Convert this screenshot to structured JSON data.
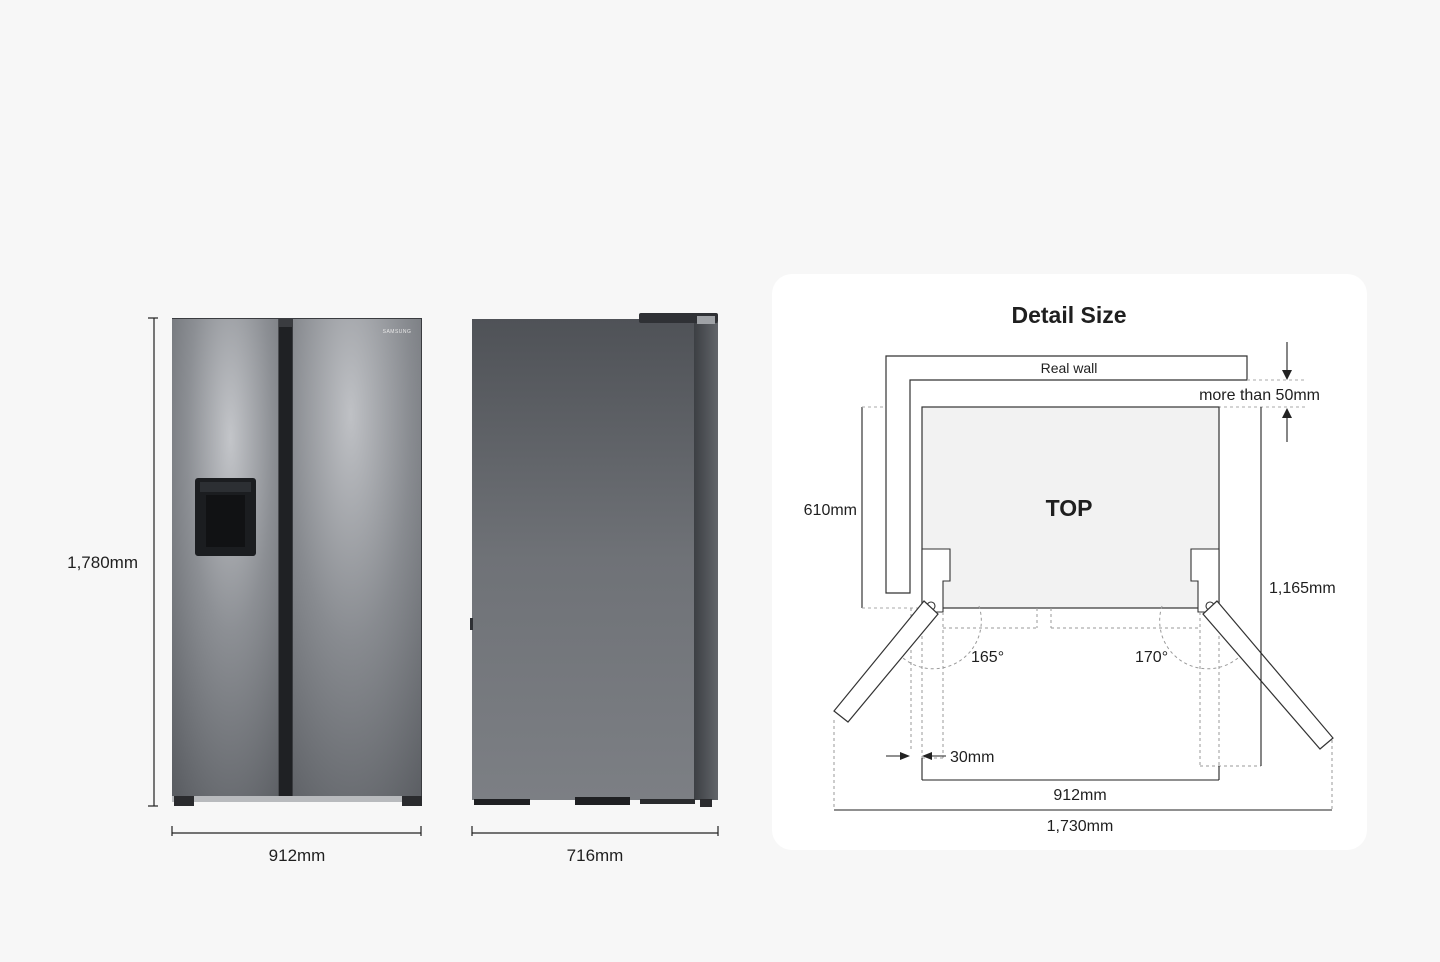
{
  "product": {
    "brand_label": "SAMSUNG"
  },
  "front_view": {
    "height_label": "1,780mm",
    "width_label": "912mm"
  },
  "side_view": {
    "depth_label": "716mm"
  },
  "detail": {
    "title": "Detail Size",
    "wall_label": "Real wall",
    "clearance_label": "more than 50mm",
    "top_label": "TOP",
    "depth_label": "610mm",
    "open_depth_label": "1,165mm",
    "left_angle_label": "165°",
    "right_angle_label": "170°",
    "gap_label": "30mm",
    "body_width_label": "912mm",
    "open_width_label": "1,730mm"
  },
  "colors": {
    "background": "#f7f7f7",
    "card": "#ffffff",
    "steel_dark": "#55585e",
    "steel_light": "#b6b8bc",
    "line": "#222222",
    "dashed": "#9a9a9a",
    "top_fill": "#f2f2f2"
  }
}
